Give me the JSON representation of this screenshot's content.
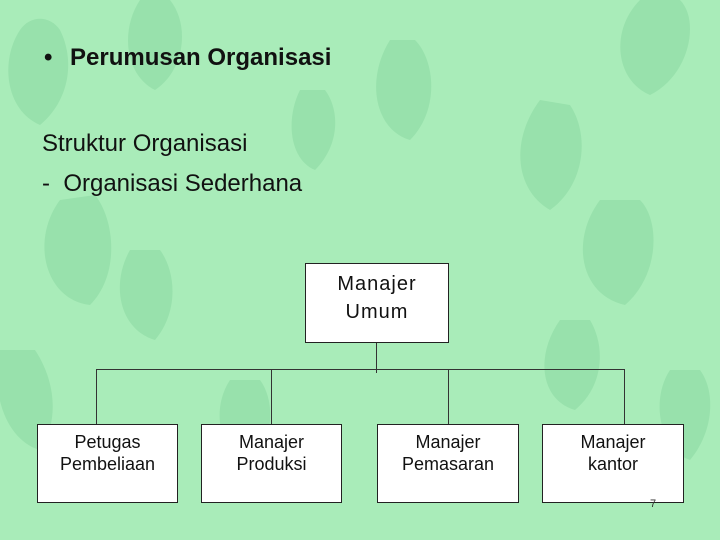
{
  "title_bullet": "•",
  "title": "Perumusan Organisasi",
  "subtitle_line1": "Struktur Organisasi",
  "subtitle_line2": "-  Organisasi Sederhana",
  "chart": {
    "top": "Manajer\nUmum",
    "children": [
      "Petugas\nPembeliaan",
      "Manajer\nProduksi",
      "Manajer\nPemasaran",
      "Manajer\nkantor"
    ]
  },
  "page_number": "7",
  "colors": {
    "background": "#a9ecb9",
    "leaf": "#8fdca3",
    "box": "#ffffff"
  }
}
